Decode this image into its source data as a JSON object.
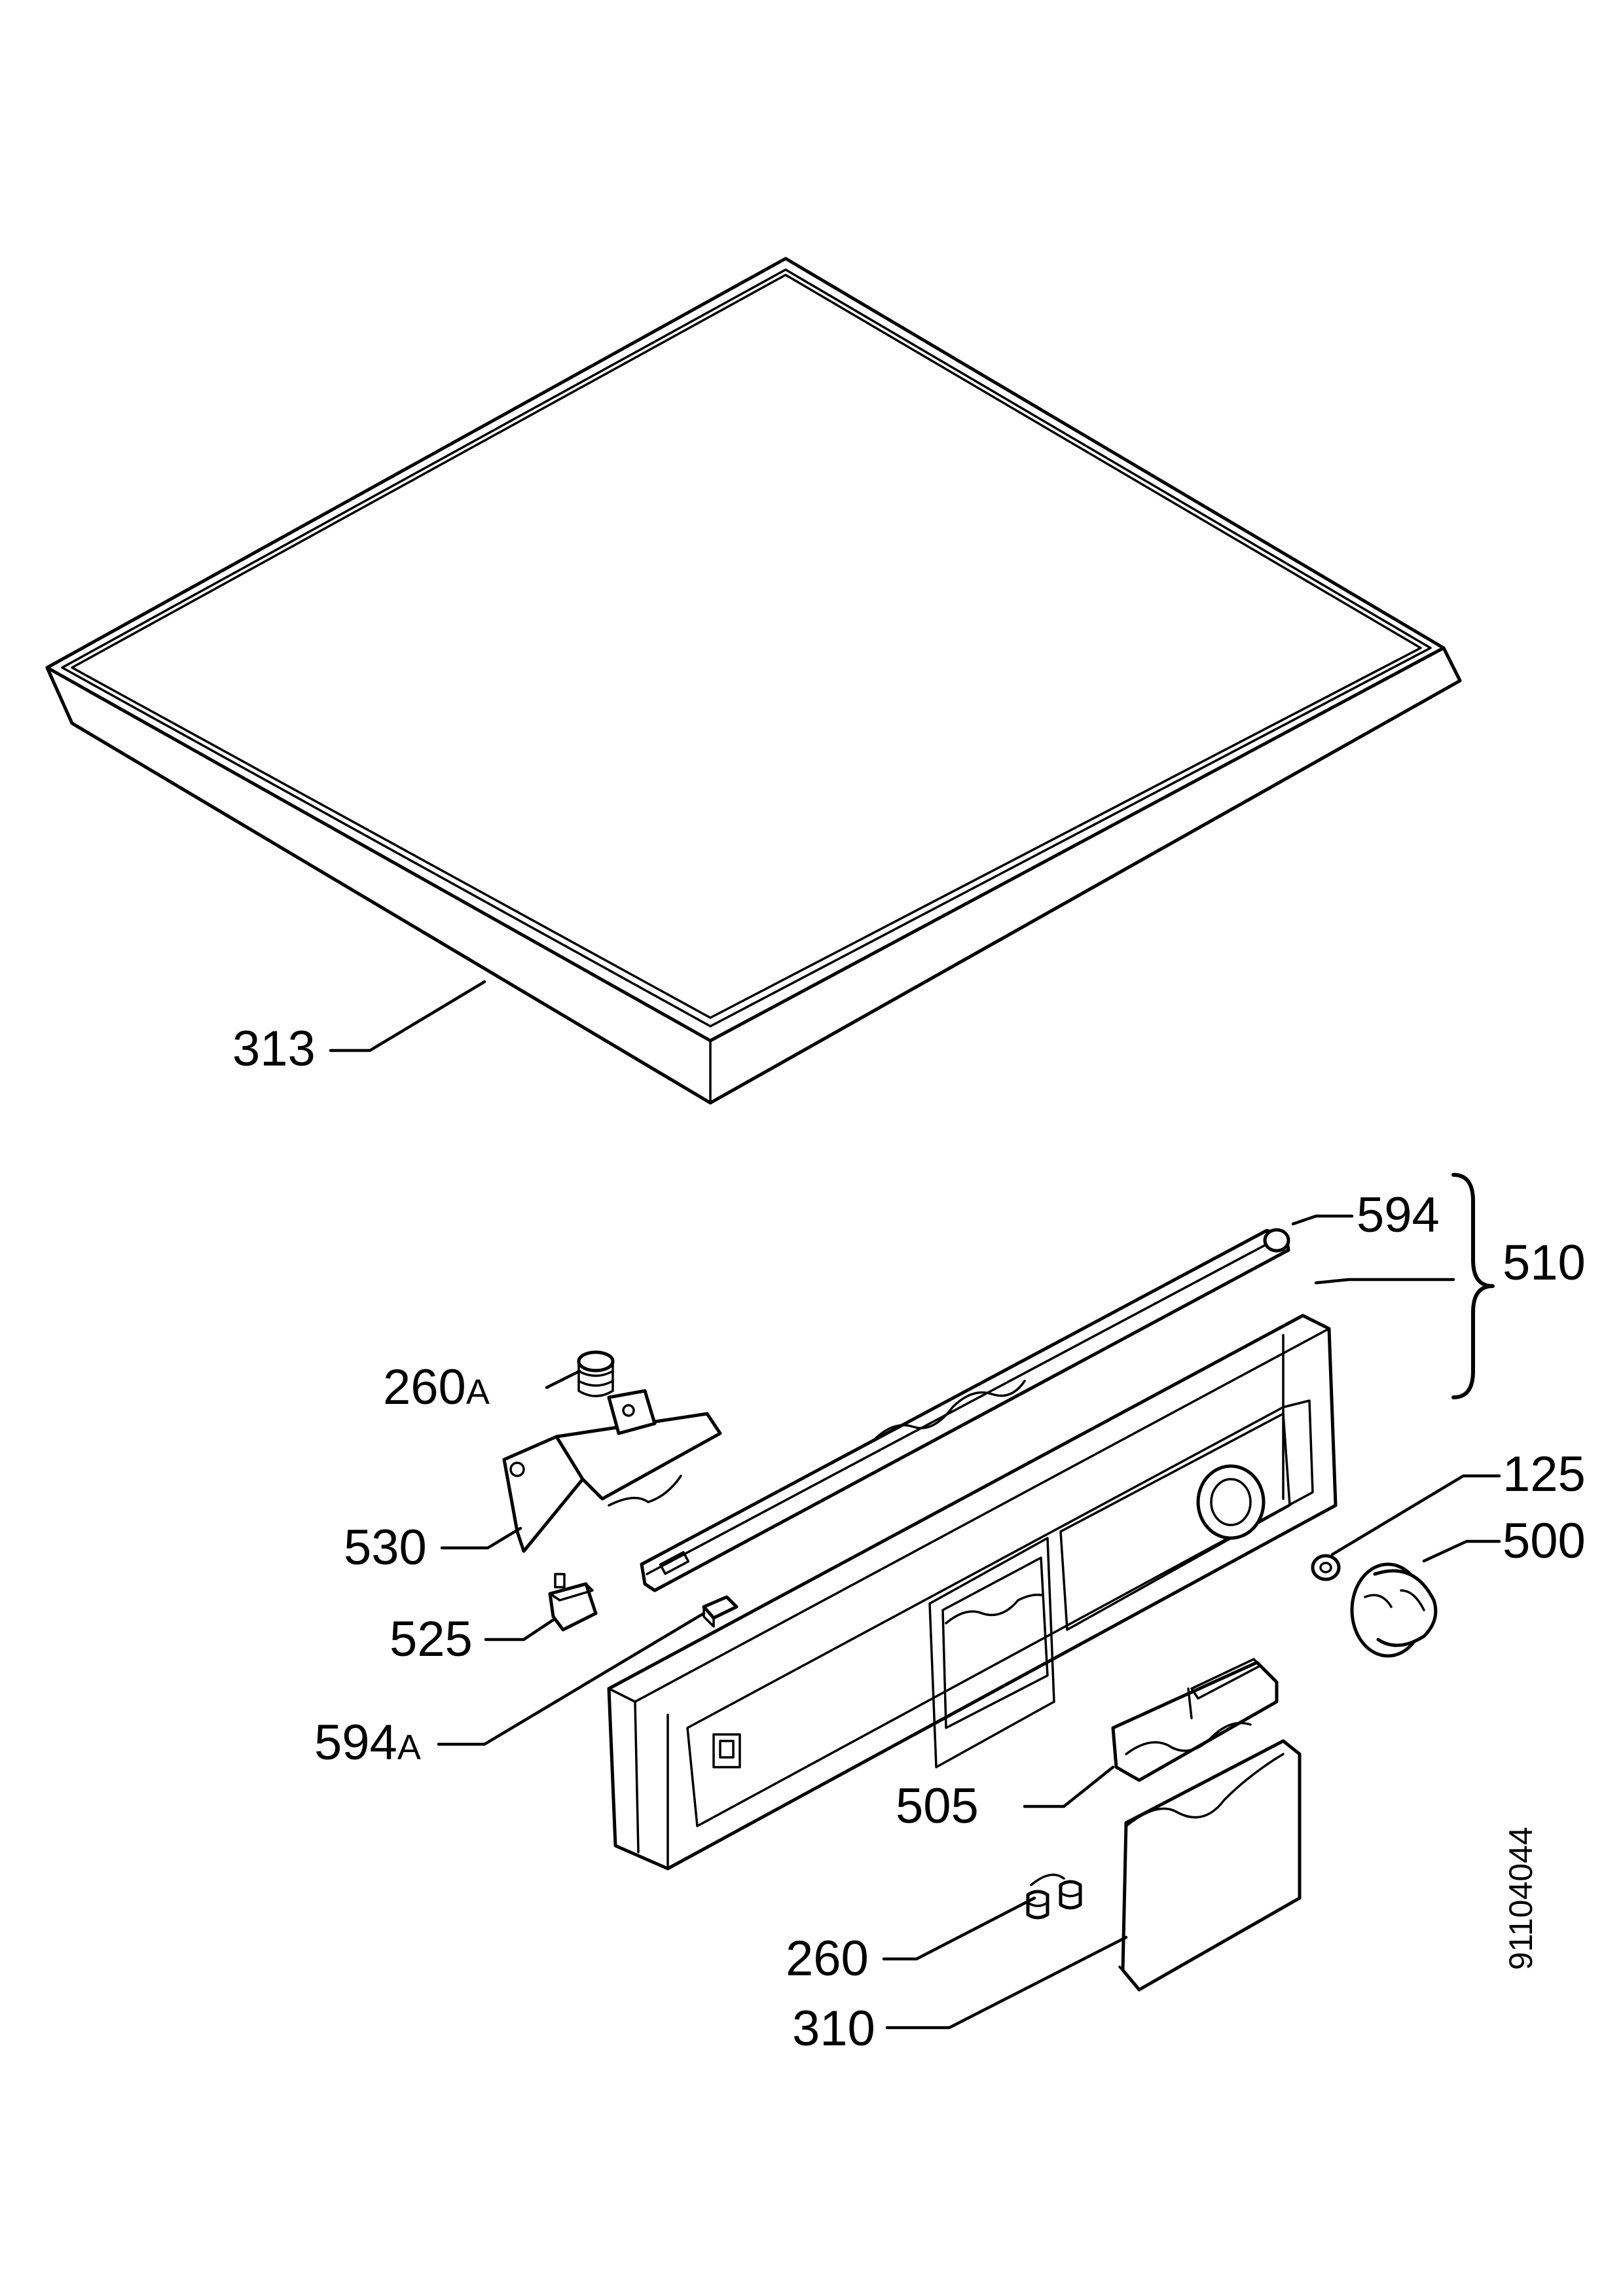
{
  "diagram": {
    "document_number": "91104044",
    "parts": [
      {
        "id": "p313",
        "label": "313"
      },
      {
        "id": "p594",
        "label": "594"
      },
      {
        "id": "p510",
        "label": "510"
      },
      {
        "id": "p260a",
        "label": "260A"
      },
      {
        "id": "p530",
        "label": "530"
      },
      {
        "id": "p125",
        "label": "125"
      },
      {
        "id": "p500",
        "label": "500"
      },
      {
        "id": "p525",
        "label": "525"
      },
      {
        "id": "p594a",
        "label": "594A"
      },
      {
        "id": "p505",
        "label": "505"
      },
      {
        "id": "p260",
        "label": "260"
      },
      {
        "id": "p310",
        "label": "310"
      }
    ]
  }
}
